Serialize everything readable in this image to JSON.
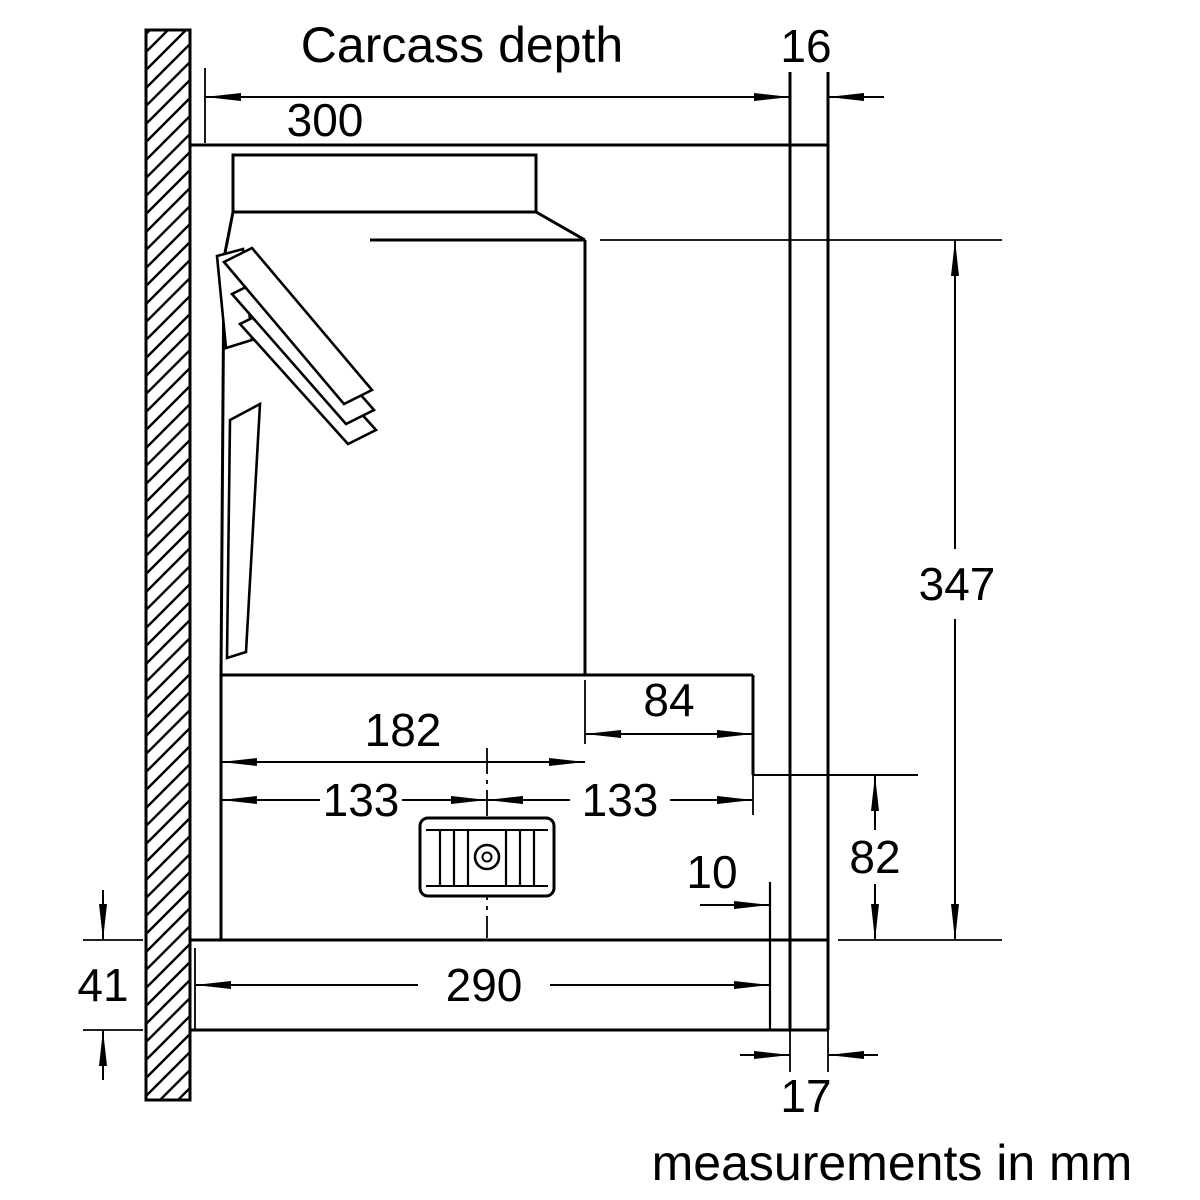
{
  "diagram": {
    "title": "Carcass depth",
    "footer": "measurements in mm",
    "background": "#ffffff",
    "line_color": "#000000",
    "labels": {
      "top_300": "300",
      "top_16": "16",
      "right_347": "347",
      "mid_84": "84",
      "mid_182": "182",
      "mid_133_left": "133",
      "mid_133_right": "133",
      "right_82": "82",
      "small_10": "10",
      "bottom_290": "290",
      "left_41": "41",
      "bottom_17": "17"
    }
  }
}
